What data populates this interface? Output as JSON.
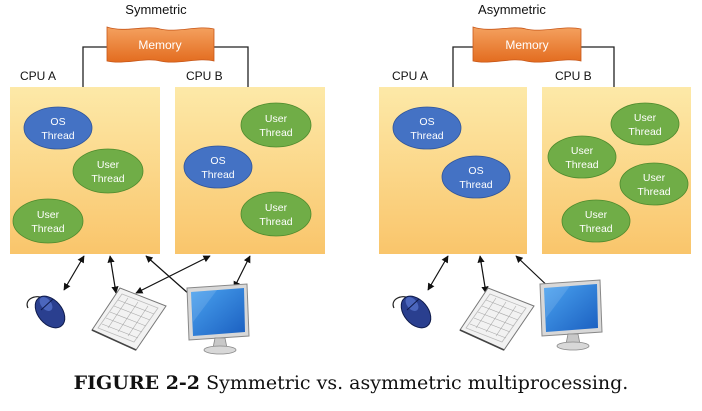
{
  "diagrams": [
    {
      "title": "Symmetric",
      "memory_label": "Memory",
      "cpus": [
        {
          "label": "CPU A",
          "threads": [
            {
              "kind": "os",
              "line1": "OS",
              "line2": "Thread"
            },
            {
              "kind": "user",
              "line1": "User",
              "line2": "Thread"
            },
            {
              "kind": "user",
              "line1": "User",
              "line2": "Thread"
            }
          ]
        },
        {
          "label": "CPU B",
          "threads": [
            {
              "kind": "user",
              "line1": "User",
              "line2": "Thread"
            },
            {
              "kind": "os",
              "line1": "OS",
              "line2": "Thread"
            },
            {
              "kind": "user",
              "line1": "User",
              "line2": "Thread"
            }
          ]
        }
      ],
      "devices": [
        "mouse",
        "keyboard",
        "monitor"
      ]
    },
    {
      "title": "Asymmetric",
      "memory_label": "Memory",
      "cpus": [
        {
          "label": "CPU A",
          "threads": [
            {
              "kind": "os",
              "line1": "OS",
              "line2": "Thread"
            },
            {
              "kind": "os",
              "line1": "OS",
              "line2": "Thread"
            }
          ]
        },
        {
          "label": "CPU B",
          "threads": [
            {
              "kind": "user",
              "line1": "User",
              "line2": "Thread"
            },
            {
              "kind": "user",
              "line1": "User",
              "line2": "Thread"
            },
            {
              "kind": "user",
              "line1": "User",
              "line2": "Thread"
            },
            {
              "kind": "user",
              "line1": "User",
              "line2": "Thread"
            }
          ]
        }
      ],
      "devices": [
        "mouse",
        "keyboard",
        "monitor"
      ]
    }
  ],
  "colors": {
    "cpu_fill_top": "#fde9a8",
    "cpu_fill_bottom": "#f9c56b",
    "os_thread": "#4472c4",
    "user_thread": "#70ad47",
    "memory": "#ed7d31"
  },
  "caption": {
    "label": "FIGURE 2-2",
    "text": "Symmetric vs. asymmetric multiprocessing."
  }
}
